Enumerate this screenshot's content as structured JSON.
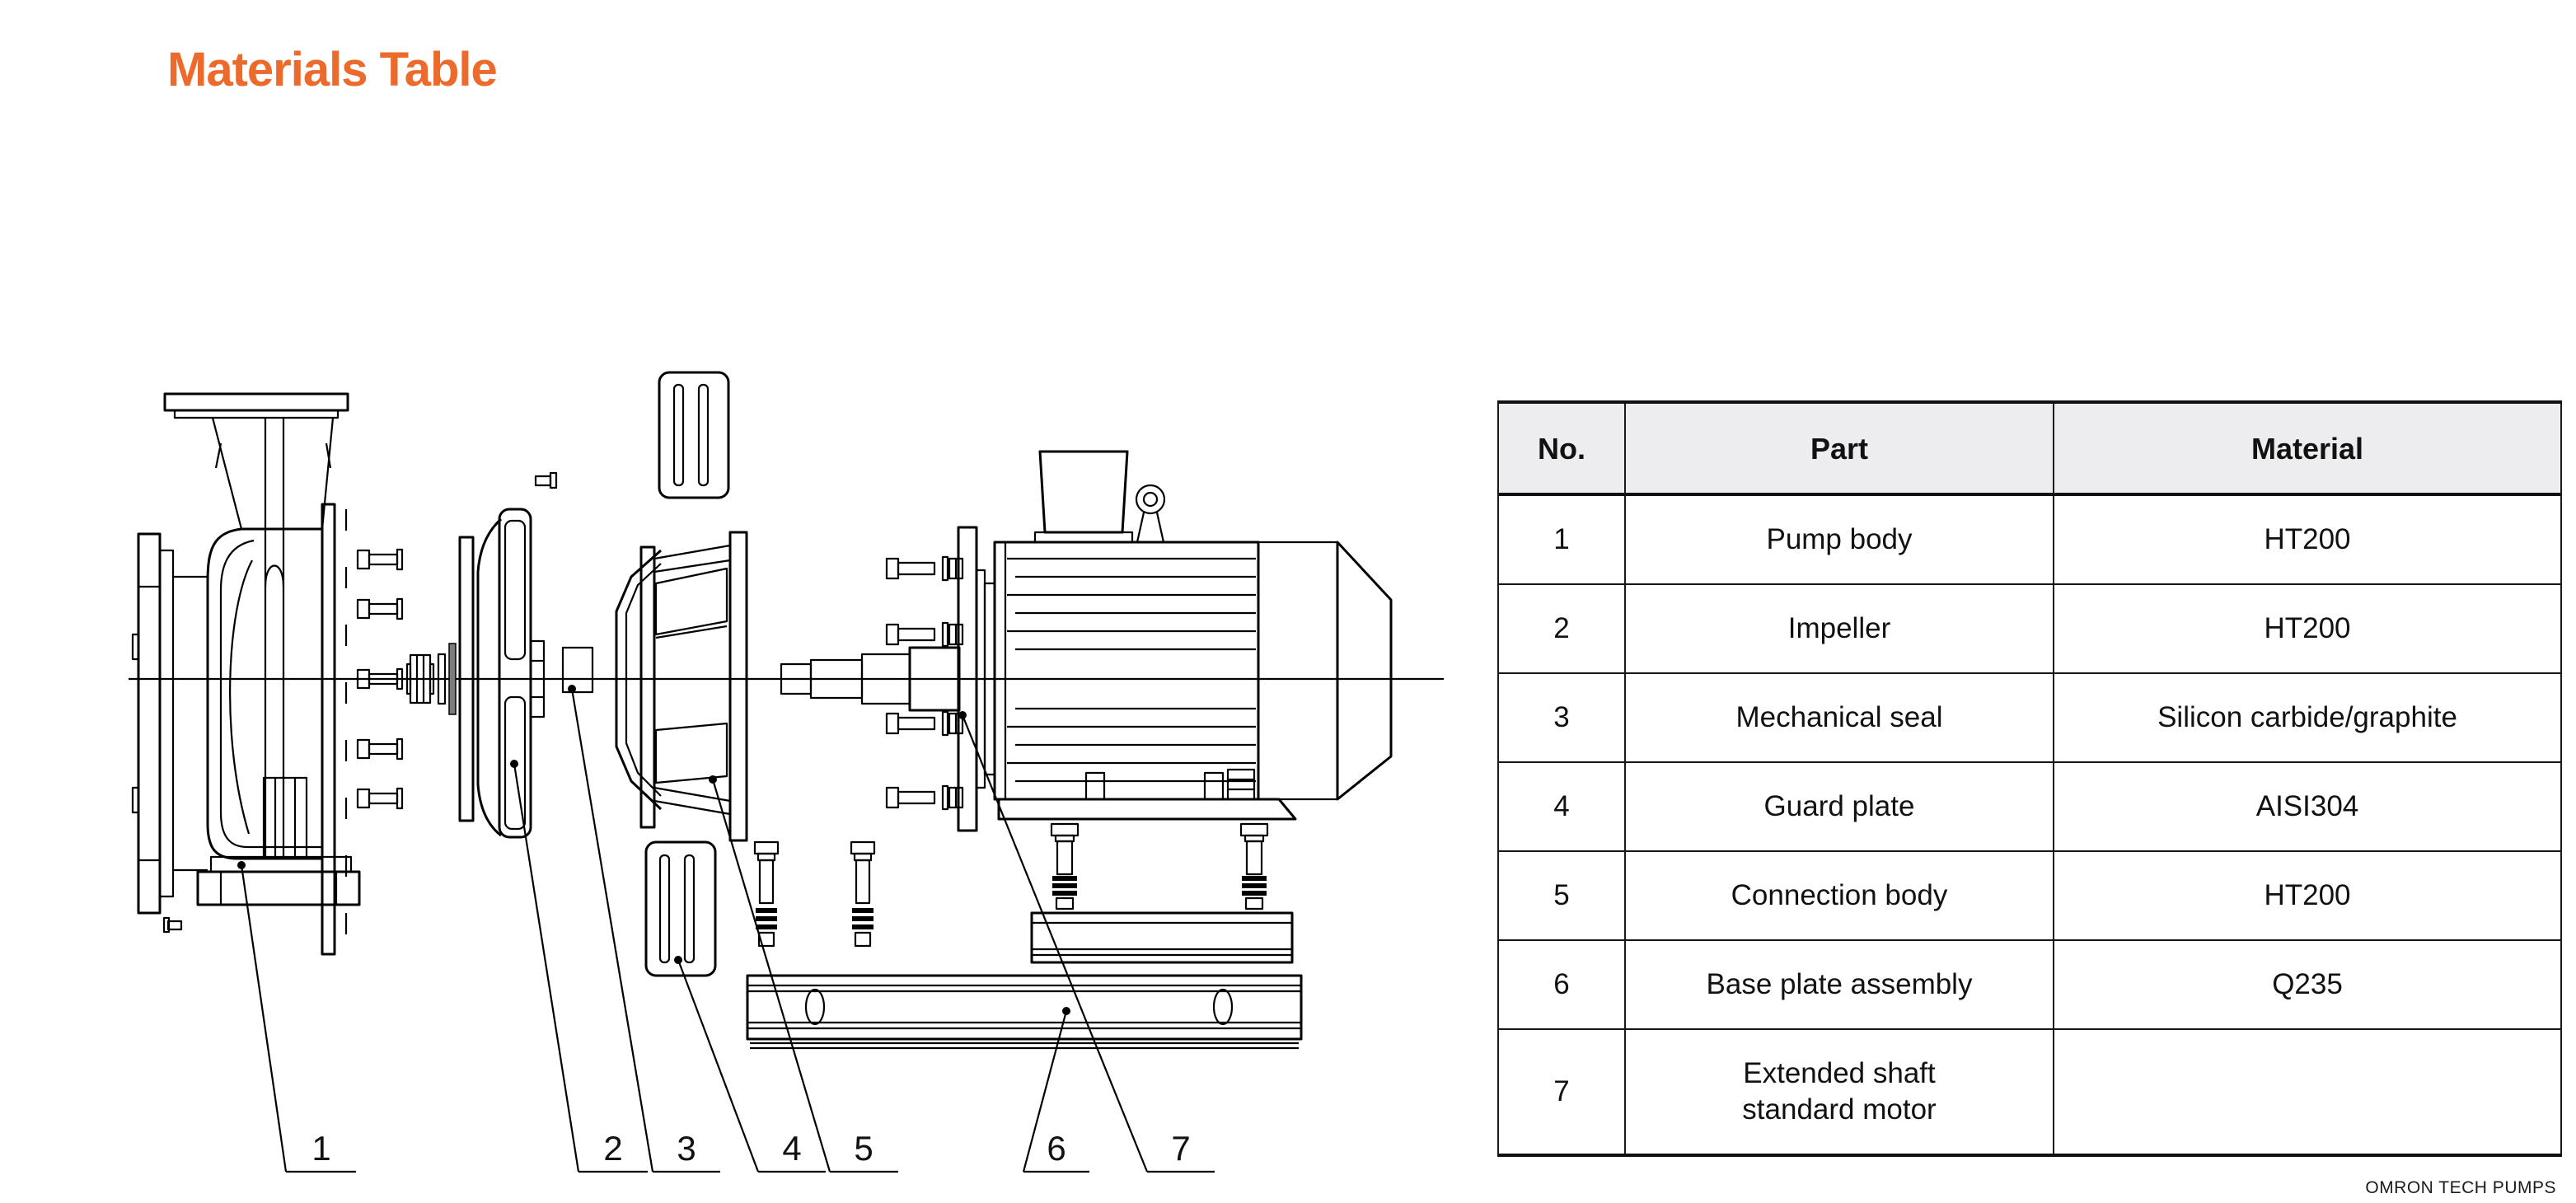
{
  "page": {
    "title": "Materials Table",
    "footer": "OMRON TECH PUMPS",
    "accent_color": "#EC6A2B",
    "line_color": "#000000",
    "table_header_bg": "#EDEDEF"
  },
  "diagram": {
    "type": "exploded-view pump assembly drawing",
    "callouts": [
      {
        "number": "1",
        "part": "Pump body"
      },
      {
        "number": "2",
        "part": "Impeller"
      },
      {
        "number": "3",
        "part": "Mechanical seal"
      },
      {
        "number": "4",
        "part": "Guard plate"
      },
      {
        "number": "5",
        "part": "Connection body"
      },
      {
        "number": "6",
        "part": "Base plate assembly"
      },
      {
        "number": "7",
        "part": "Extended shaft standard motor"
      }
    ]
  },
  "table": {
    "headers": [
      "No.",
      "Part",
      "Material"
    ],
    "rows": [
      {
        "no": "1",
        "part": "Pump body",
        "material": "HT200"
      },
      {
        "no": "2",
        "part": "Impeller",
        "material": "HT200"
      },
      {
        "no": "3",
        "part": "Mechanical seal",
        "material": "Silicon carbide/graphite"
      },
      {
        "no": "4",
        "part": "Guard plate",
        "material": "AISI304"
      },
      {
        "no": "5",
        "part": "Connection body",
        "material": "HT200"
      },
      {
        "no": "6",
        "part": "Base plate assembly",
        "material": "Q235"
      },
      {
        "no": "7",
        "part": "Extended shaft standard motor",
        "part_lines": [
          "Extended shaft",
          "standard motor"
        ],
        "material": ""
      }
    ]
  }
}
